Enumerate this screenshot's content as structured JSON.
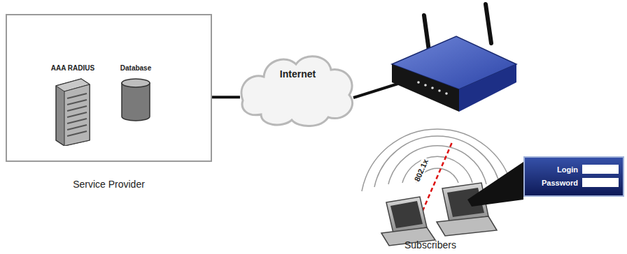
{
  "diagram": {
    "nodes": [
      {
        "text": [
          "Service Provider"
        ]
      },
      {
        "text": [
          "AAA RADIUS"
        ],
        "in": 0
      },
      {
        "text": [
          "Database"
        ],
        "in": 0
      },
      {
        "text": [
          "Internet"
        ]
      },
      {
        "text": [
          "Login",
          "Password"
        ]
      }
    ],
    "edges": [
      {
        "from": 1,
        "to": 2,
        "arrow": "none"
      },
      {
        "from": 0,
        "to": 3,
        "arrow": "none"
      }
    ],
    "labels": [
      "802.1x",
      "Subscribers"
    ]
  }
}
